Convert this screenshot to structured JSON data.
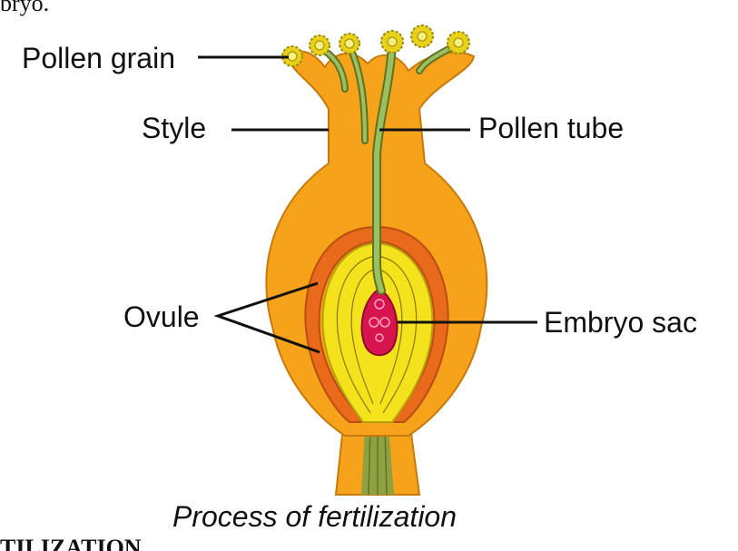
{
  "top_text_fragment": "bryo.",
  "bottom_text_fragment": "TILIZATION",
  "labels": {
    "pollen_grain": "Pollen grain",
    "style": "Style",
    "pollen_tube": "Pollen tube",
    "ovule": "Ovule",
    "embryo_sac": "Embryo sac"
  },
  "caption": "Process of fertilization",
  "colors": {
    "pistil": "#f6a21a",
    "pistil_outline": "#c77a0c",
    "ovary_wall": "#e86a1a",
    "ovule_yellow": "#f3e21c",
    "pollen_tube": "#8aa64a",
    "embryo_sac": "#d8144f",
    "pollen_grain": "#e9d11a",
    "stalk": "#8fa040"
  }
}
